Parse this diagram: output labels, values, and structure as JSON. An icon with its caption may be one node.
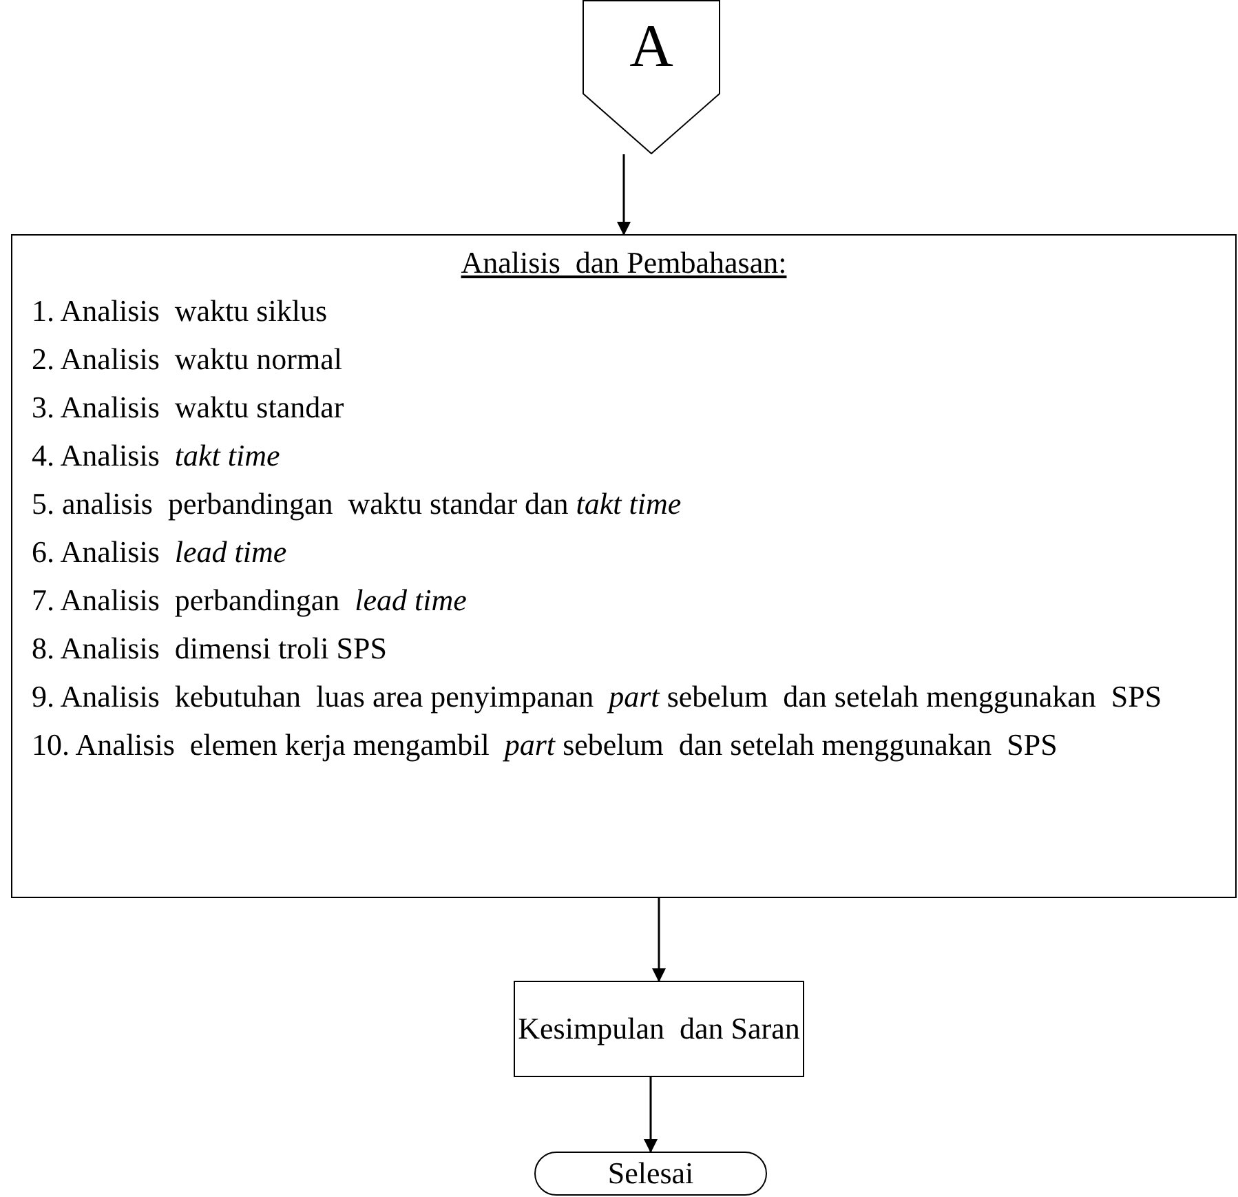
{
  "diagram": {
    "nodes": [
      {
        "text": [
          "A"
        ]
      },
      {
        "text": [
          "Analisis  dan Pembahasan:",
          "1. Analisis  waktu siklus",
          "2. Analisis  waktu normal",
          "3. Analisis  waktu standar",
          "4. Analisis  *takt time*",
          "5. analisis  perbandingan  waktu standar dan *takt time*",
          "6. Analisis  *lead time*",
          "7. Analisis  perbandingan  *lead time*",
          "8. Analisis  dimensi troli SPS",
          "9. Analisis  kebutuhan  luas area penyimpanan  *part* sebelum  dan setelah menggunakan  SPS",
          "10. Analisis  elemen kerja mengambil  *part* sebelum  dan setelah menggunakan  SPS"
        ]
      },
      {
        "text": [
          "Kesimpulan  dan Saran"
        ]
      },
      {
        "text": [
          "Selesai"
        ]
      }
    ],
    "edges": [
      {
        "from": 0,
        "to": 1,
        "arrow": "to"
      },
      {
        "from": 1,
        "to": 2,
        "arrow": "to"
      },
      {
        "from": 2,
        "to": 3,
        "arrow": "to"
      }
    ]
  }
}
